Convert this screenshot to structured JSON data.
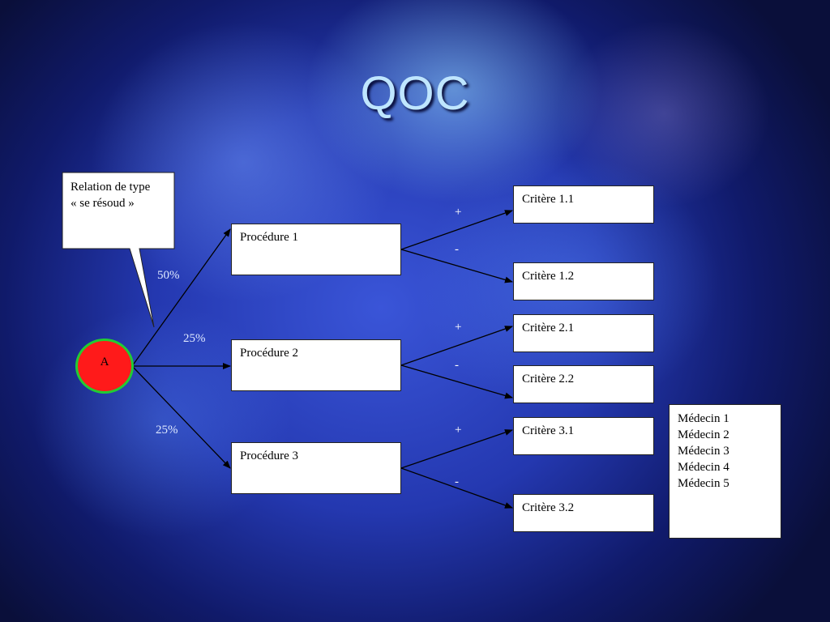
{
  "slide": {
    "title": "QOC",
    "callout": {
      "line1": "Relation de type",
      "line2": "« se résoud »"
    },
    "root_node": "A",
    "procedures": [
      {
        "label": "Procédure 1",
        "weight": "50%"
      },
      {
        "label": "Procédure 2",
        "weight": "25%"
      },
      {
        "label": "Procédure 3",
        "weight": "25%"
      }
    ],
    "criteria": [
      {
        "label": "Critère 1.1",
        "sign": "+"
      },
      {
        "label": "Critère 1.2",
        "sign": "-"
      },
      {
        "label": "Critère 2.1",
        "sign": "+"
      },
      {
        "label": "Critère 2.2",
        "sign": "-"
      },
      {
        "label": "Critère 3.1",
        "sign": "+"
      },
      {
        "label": "Critère 3.2",
        "sign": "-"
      }
    ],
    "doctors": [
      "Médecin 1",
      "Médecin 2",
      "Médecin 3",
      "Médecin 4",
      "Médecin 5"
    ],
    "colors": {
      "title": "#bfe6ff",
      "node_fill": "#ff1a1a",
      "node_border": "#22cc33",
      "line": "#000000",
      "box_fill": "#ffffff"
    }
  }
}
